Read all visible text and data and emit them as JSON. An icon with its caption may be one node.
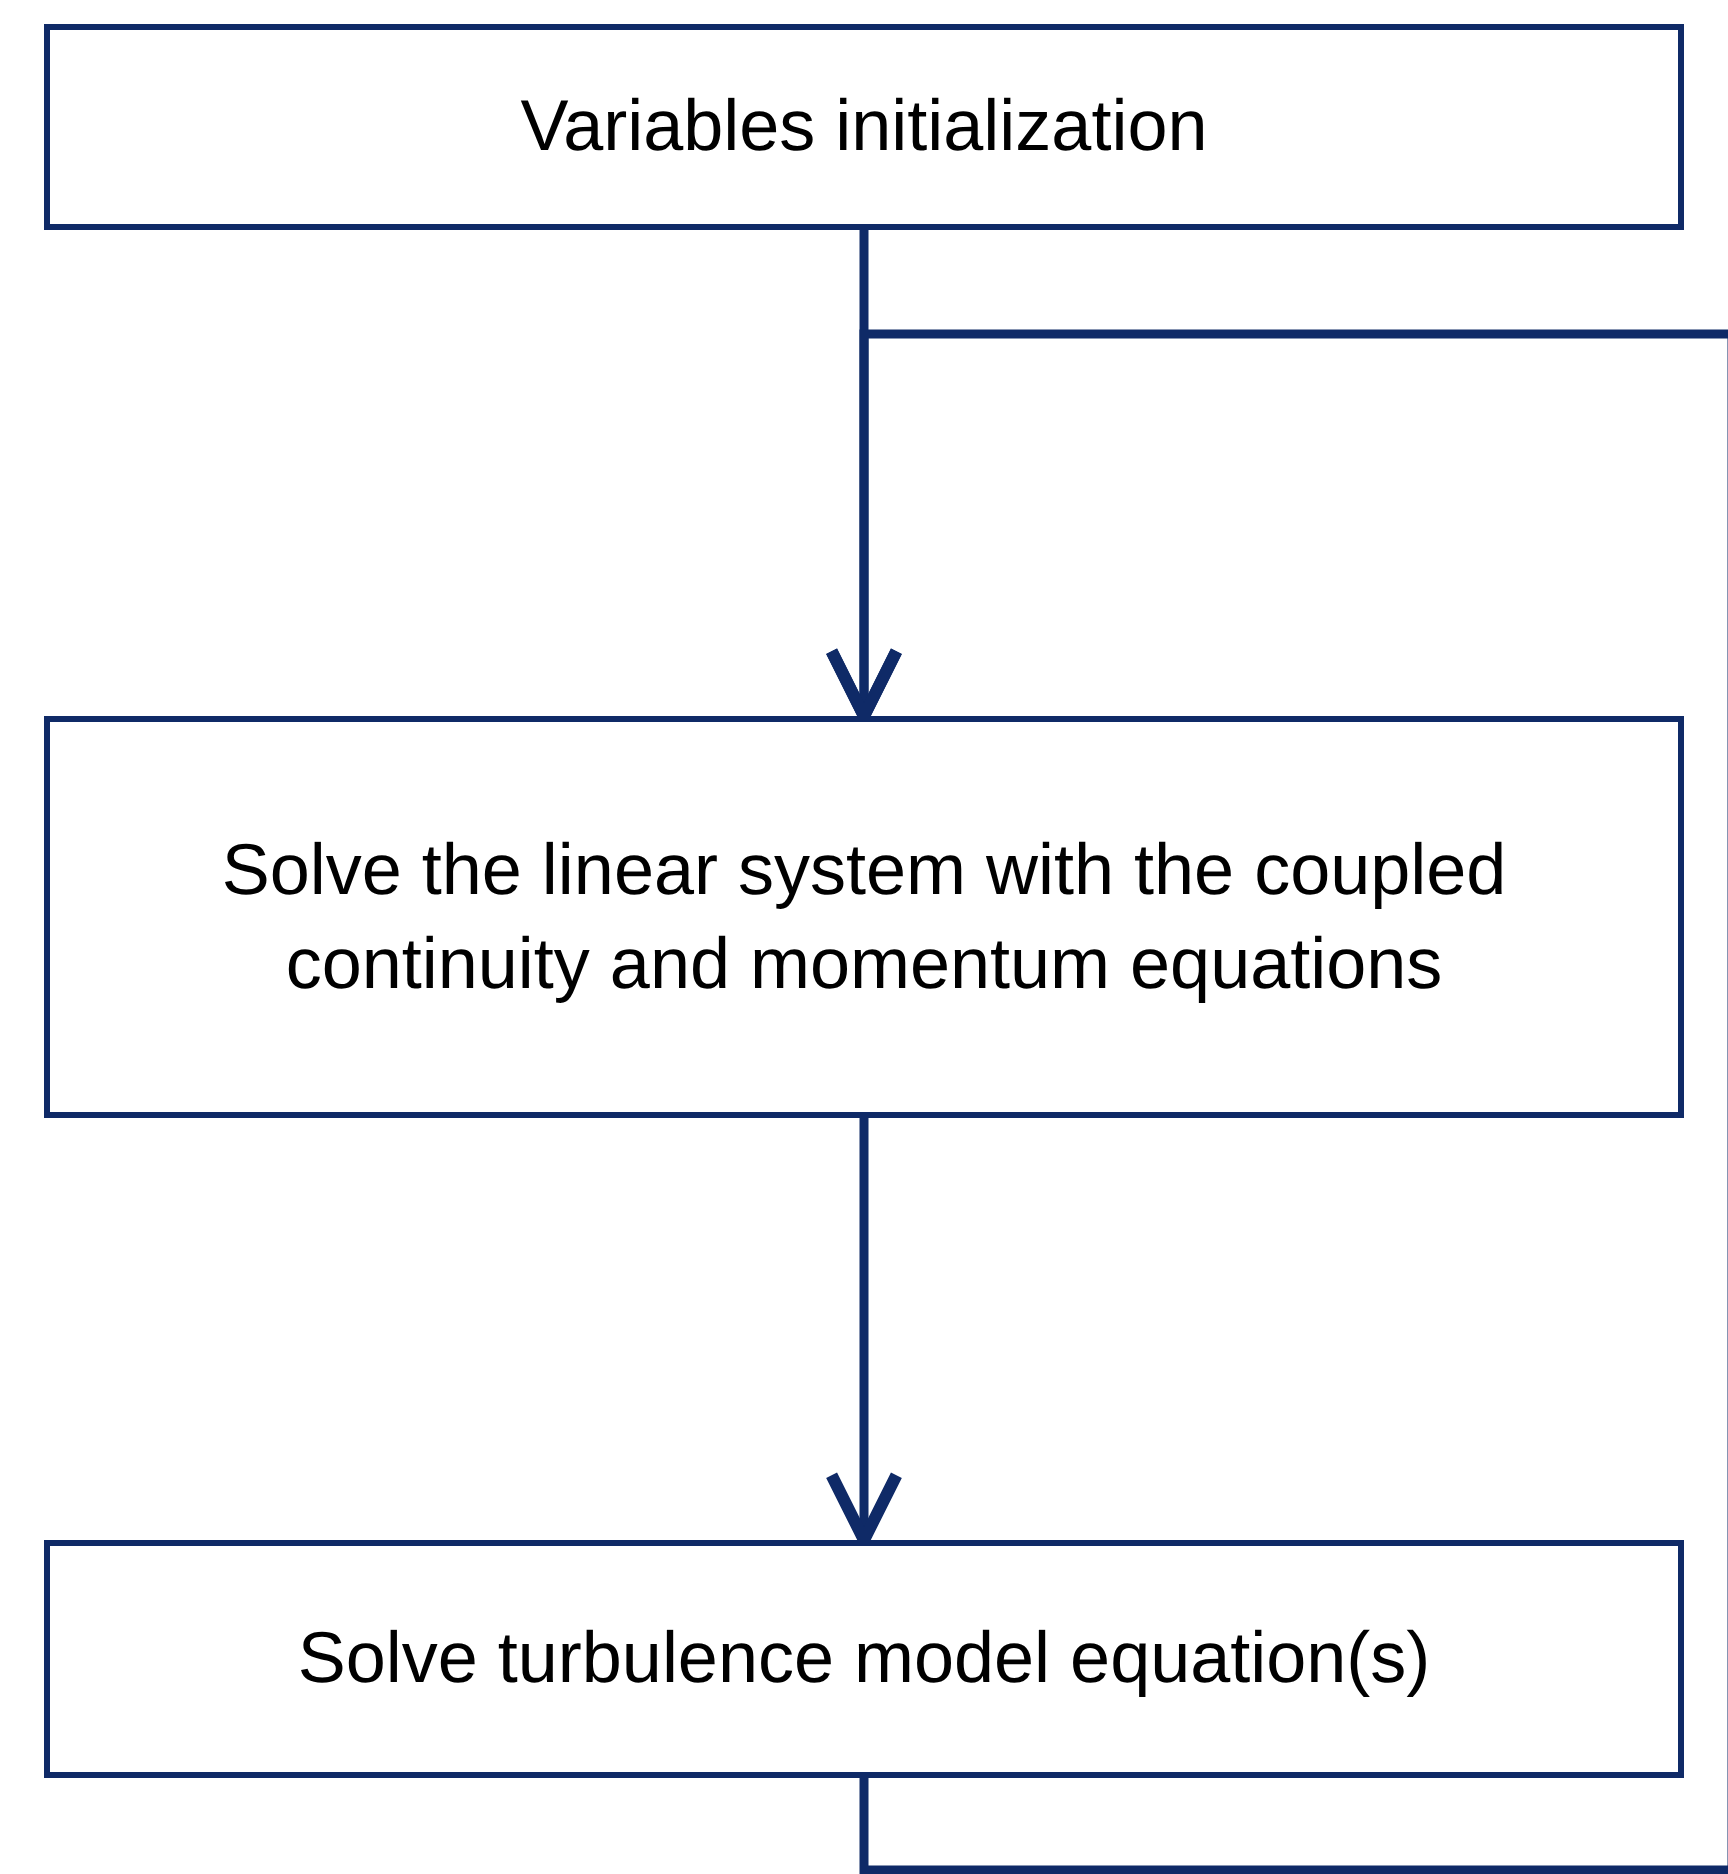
{
  "diagram": {
    "nodes": [
      {
        "text": [
          "Variables initialization"
        ]
      },
      {
        "text": [
          "Solve the linear system with the coupled continuity and momentum equations"
        ]
      },
      {
        "text": [
          "Solve turbulence model equation(s)"
        ]
      }
    ],
    "edges": [
      {
        "from": 0,
        "to": 1,
        "arrow": "to"
      },
      {
        "from": 1,
        "to": 2,
        "arrow": "to"
      },
      {
        "from": 2,
        "to": 1,
        "arrow": "to"
      }
    ]
  }
}
